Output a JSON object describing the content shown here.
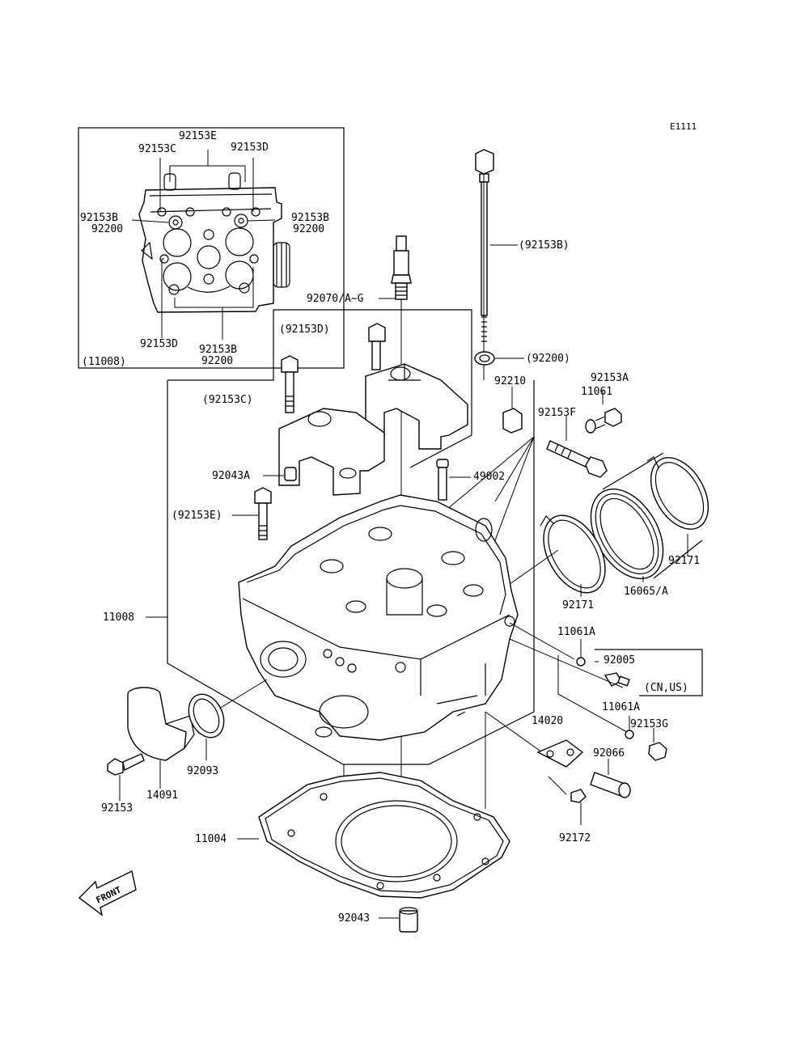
{
  "diagram_code": "E1111",
  "front_label": "FRONT",
  "labels": {
    "p92153E_inset": "92153E",
    "p92153C_inset": "92153C",
    "p92153D_inset_top": "92153D",
    "p92153B_inset_left": "92153B",
    "p92200_inset_left": "92200",
    "p92153B_inset_right": "92153B",
    "p92200_inset_right": "92200",
    "p92153D_inset_bottom": "92153D",
    "p92153B_inset_bottom": "92153B",
    "p92200_inset_bottom": "92200",
    "p11008_inset": "(11008)",
    "p92153B_paren": "(92153B)",
    "p92070": "92070/A~G",
    "p92153D_paren": "(92153D)",
    "p92200_paren": "(92200)",
    "p92210": "92210",
    "p92153A": "92153A",
    "p11061": "11061",
    "p92153C_paren": "(92153C)",
    "p92153F": "92153F",
    "p92043A": "92043A",
    "p49002": "49002",
    "p92153E_paren": "(92153E)",
    "p92171_right": "92171",
    "p16065": "16065/A",
    "p92171_left": "92171",
    "p11008": "11008",
    "p11061A_top": "11061A",
    "p92005": "92005",
    "p_cn_us": "(CN,US)",
    "p11061A_bottom": "11061A",
    "p14020": "14020",
    "p92153G": "92153G",
    "p92066": "92066",
    "p92093": "92093",
    "p14091": "14091",
    "p92153": "92153",
    "p11004": "11004",
    "p92172": "92172",
    "p92043": "92043"
  }
}
